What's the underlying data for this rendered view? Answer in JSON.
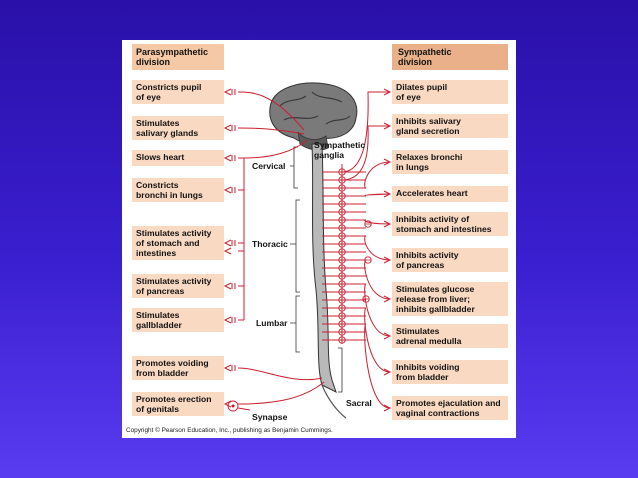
{
  "headers": {
    "parasympathetic": "Parasympathetic\ndivision",
    "sympathetic": "Sympathetic\ndivision"
  },
  "parasympathetic_effects": [
    "Constricts pupil\nof eye",
    "Stimulates\nsalivary glands",
    "Slows heart",
    "Constricts\nbronchi in lungs",
    "Stimulates activity\nof stomach and\nintestines",
    "Stimulates activity\nof pancreas",
    "Stimulates\ngallbladder",
    "Promotes voiding\nfrom bladder",
    "Promotes erection\nof genitals"
  ],
  "sympathetic_effects": [
    "Dilates pupil\nof eye",
    "Inhibits salivary\ngland secretion",
    "Relaxes bronchi\nin lungs",
    "Accelerates heart",
    "Inhibits activity of\nstomach and intestines",
    "Inhibits activity\nof pancreas",
    "Stimulates glucose\nrelease from liver;\ninhibits gallbladder",
    "Stimulates\nadrenal medulla",
    "Inhibits voiding\nfrom bladder",
    "Promotes ejaculation and\nvaginal contractions"
  ],
  "labels": {
    "sympathetic_ganglia": "Sympathetic\nganglia",
    "cervical": "Cervical",
    "thoracic": "Thoracic",
    "lumbar": "Lumbar",
    "sacral": "Sacral",
    "synapse": "Synapse"
  },
  "copyright": "Copyright © Pearson Education, Inc., publishing as Benjamin Cummings.",
  "colors": {
    "background_top": "#2a10a8",
    "background_bottom": "#5a3cf0",
    "box_fill": "#f9d9c2",
    "header_left": "#f5c9a6",
    "header_right": "#e9b08a",
    "nerve_red": "#cc1f2e"
  }
}
